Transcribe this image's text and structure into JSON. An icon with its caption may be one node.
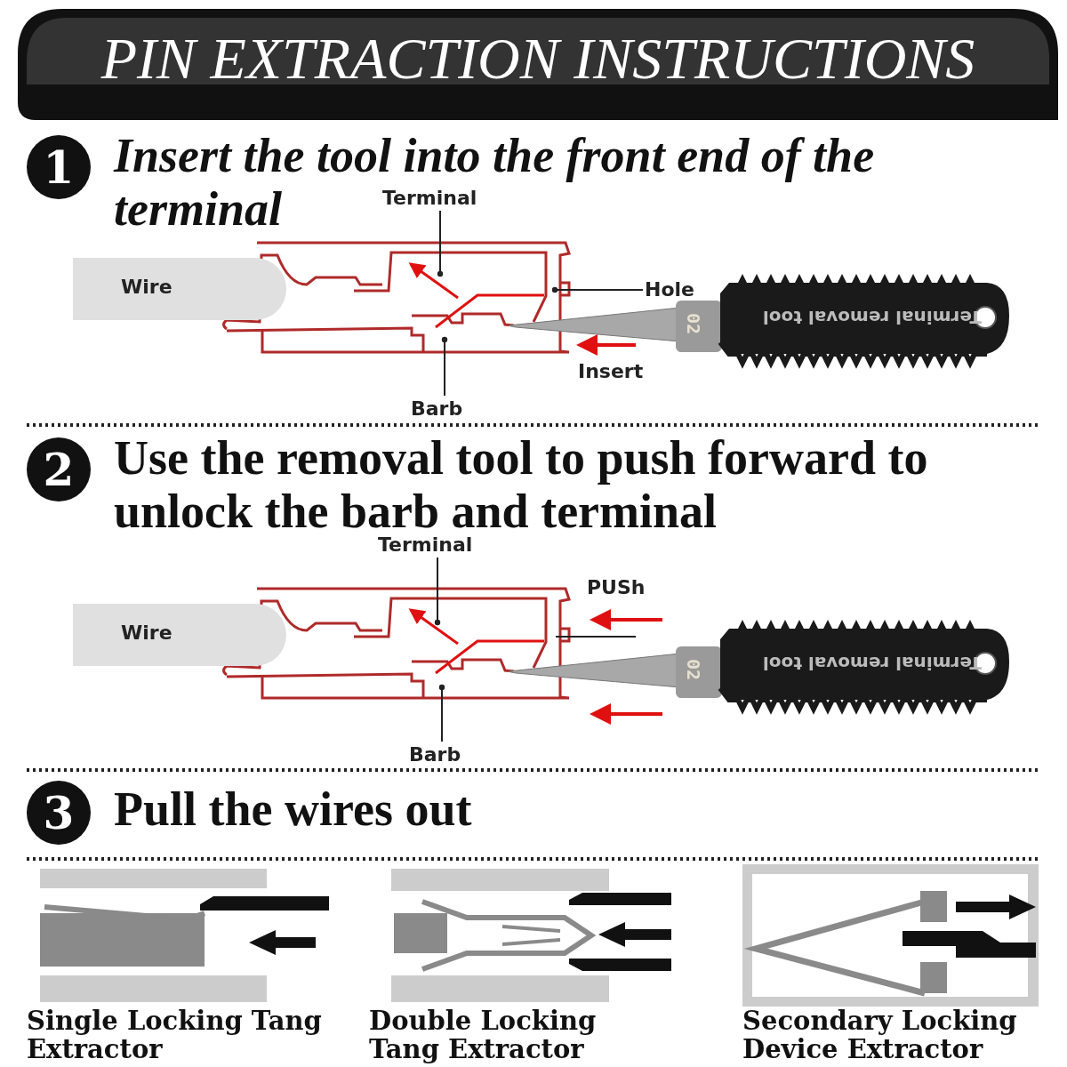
{
  "diagram": {
    "title": "PIN EXTRACTION INSTRUCTIONS",
    "nodes": [
      {
        "text": [
          "1"
        ],
        "beside": [
          "Insert the tool into the front end of the terminal"
        ]
      },
      {
        "text": [
          "Wire"
        ]
      },
      {
        "text": [
          "Terminal"
        ]
      },
      {
        "text": [
          "Hole"
        ]
      },
      {
        "text": [
          "Barb"
        ]
      },
      {
        "text": [
          "2"
        ],
        "beside": [
          "Use the removal tool to push forward to unlock the barb and terminal"
        ]
      },
      {
        "text": [
          "Wire"
        ]
      },
      {
        "text": [
          "Terminal"
        ]
      },
      {
        "text": [
          "Barb"
        ]
      },
      {
        "text": [
          "3"
        ],
        "beside": [
          "Pull the wires out"
        ]
      },
      {
        "text": [
          "Single Locking Tang Extractor"
        ]
      },
      {
        "text": [
          "Double Locking Tang Extractor"
        ]
      },
      {
        "text": [
          "Secondary Locking Device Extractor"
        ]
      },
      {
        "text": [],
        "shape": "picture"
      },
      {
        "text": [],
        "shape": "picture"
      }
    ],
    "edges": [
      {
        "from": 2,
        "to": 13,
        "arrow": "other"
      },
      {
        "from": 3,
        "to": 13,
        "arrow": "other"
      },
      {
        "from": 4,
        "to": 13,
        "arrow": "other"
      },
      {
        "from": 7,
        "to": 14,
        "arrow": "other"
      },
      {
        "from": 8,
        "to": 14,
        "arrow": "other"
      }
    ],
    "labels": [
      "02",
      "Terminal removal tool",
      "Insert",
      "PUSh",
      "02",
      "Terminal removal tool"
    ]
  }
}
